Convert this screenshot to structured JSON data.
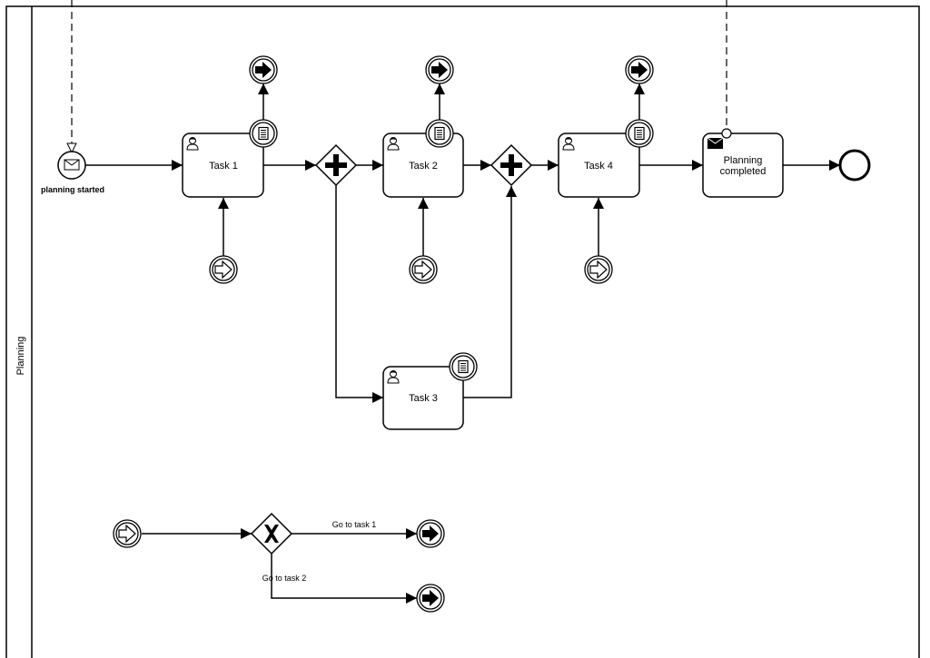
{
  "pool": {
    "lane_label": "Planning"
  },
  "events": {
    "start": {
      "label": "planning started",
      "icon": "envelope-icon"
    },
    "end": {
      "label": ""
    }
  },
  "tasks": [
    {
      "id": "task1",
      "label": "Task 1",
      "icon": "user-icon",
      "boundary_icon": "document-icon"
    },
    {
      "id": "task2",
      "label": "Task 2",
      "icon": "user-icon",
      "boundary_icon": "document-icon"
    },
    {
      "id": "task3",
      "label": "Task 3",
      "icon": "user-icon",
      "boundary_icon": "document-icon"
    },
    {
      "id": "task4",
      "label": "Task 4",
      "icon": "user-icon",
      "boundary_icon": "document-icon"
    },
    {
      "id": "send",
      "label_line1": "Planning",
      "label_line2": "completed",
      "icon": "envelope-filled-icon",
      "boundary_icon": "small-circle-icon"
    }
  ],
  "gateways": {
    "parallel_split": {
      "icon": "plus-icon"
    },
    "parallel_join": {
      "icon": "plus-icon"
    },
    "exclusive": {
      "icon": "x-icon"
    }
  },
  "flows": {
    "go_to_task_1": "Go to task 1",
    "go_to_task_2": "Go to task 2"
  },
  "colors": {
    "stroke": "#000000",
    "fill": "#ffffff"
  }
}
